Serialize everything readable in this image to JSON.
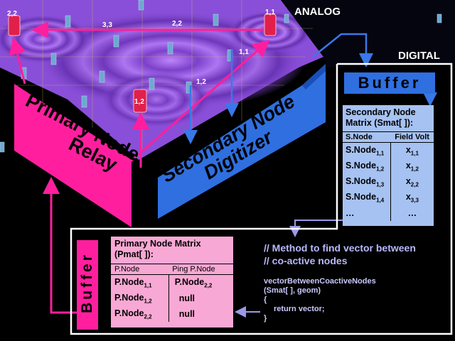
{
  "labels": {
    "analog": "ANALOG",
    "digital": "DIGITAL"
  },
  "relay_label": "Primary Node Relay",
  "relay_lines": [
    "Primary Node",
    "Relay"
  ],
  "digitizer_lines": [
    "Secondary Node",
    "Digitizer"
  ],
  "nodes": {
    "n22": "2,2",
    "n11": "1,1",
    "n12": "1,2",
    "n33": "3,3",
    "arrow_22": "2,2",
    "sec_11": "1,1",
    "sec_12": "1,2"
  },
  "secondary_buffer": {
    "label": "Buffer"
  },
  "secondary_matrix": {
    "title": "Secondary Node Matrix (Smat[ ]):",
    "headers": [
      "S.Node",
      "Field Volt"
    ],
    "rows": [
      {
        "node": "S.Node",
        "node_sub": "1,1",
        "val": "x",
        "val_sub": "1,1"
      },
      {
        "node": "S.Node",
        "node_sub": "1,2",
        "val": "x",
        "val_sub": "1,2"
      },
      {
        "node": "S.Node",
        "node_sub": "1,3",
        "val": "x",
        "val_sub": "2,2"
      },
      {
        "node": "S.Node",
        "node_sub": "1,4",
        "val": "x",
        "val_sub": "3,3"
      },
      {
        "node": "…",
        "node_sub": "",
        "val": "…",
        "val_sub": ""
      }
    ]
  },
  "primary_buffer": {
    "label": "Buffer"
  },
  "primary_matrix": {
    "title": "Primary Node Matrix (Pmat[ ]):",
    "headers": [
      "P.Node",
      "Ping P.Node"
    ],
    "rows": [
      {
        "node": "P.Node",
        "node_sub": "1,1",
        "val": "P.Node",
        "val_sub": "2,2"
      },
      {
        "node": "P.Node",
        "node_sub": "1,2",
        "val": "null",
        "val_sub": ""
      },
      {
        "node": "P.Node",
        "node_sub": "2,2",
        "val": "null",
        "val_sub": ""
      }
    ]
  },
  "code": {
    "comment_line1": "// Method to find vector between",
    "comment_line2": "// co-active nodes",
    "line1": "vectorBetweenCoactiveNodes",
    "line2": "(Smat[ ], geom)",
    "line3": "{",
    "line4": "return vector;",
    "line5": "}"
  },
  "colors": {
    "primary": "#ff1f9e",
    "secondary": "#2f6fe0",
    "field": "#8a4fd8",
    "secondary_light": "#a6c2f2",
    "primary_light": "#f8a8d4",
    "code": "#b8b8ff"
  }
}
